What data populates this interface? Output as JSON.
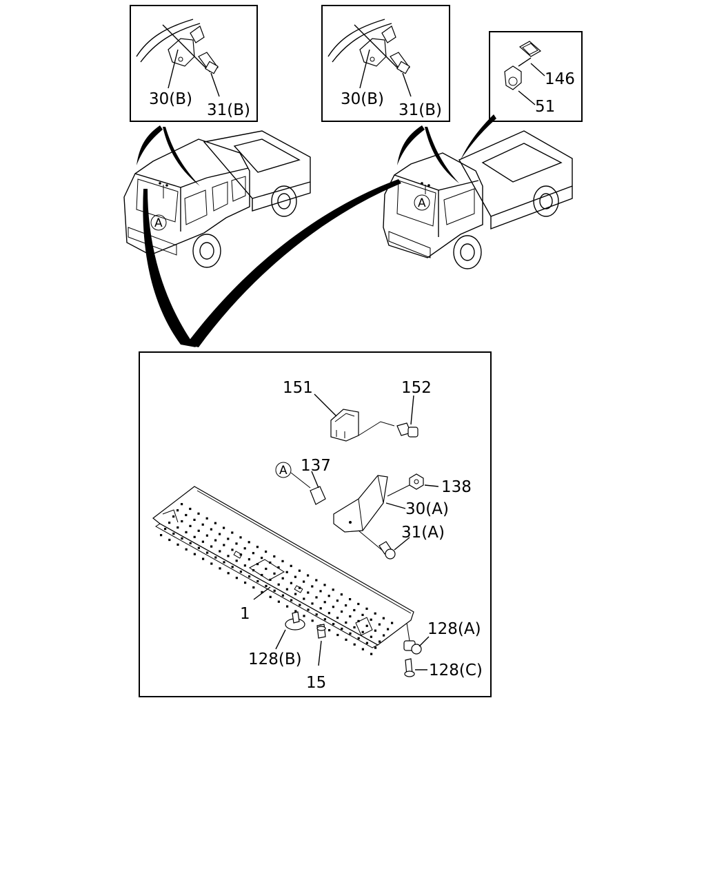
{
  "callouts": {
    "inset1_part1": "30(B)",
    "inset1_part2": "31(B)",
    "inset2_part1": "30(B)",
    "inset2_part2": "31(B)",
    "inset3_part1": "146",
    "inset3_part2": "51",
    "truck1_ref": "A",
    "truck2_ref": "A",
    "main_ref": "A",
    "p151": "151",
    "p152": "152",
    "p137": "137",
    "p138": "138",
    "p30a": "30(A)",
    "p31a": "31(A)",
    "p1": "1",
    "p128a": "128(A)",
    "p128b": "128(B)",
    "p128c": "128(C)",
    "p15": "15"
  },
  "icons": {
    "truck_double_cab": "double-cab-truck-icon",
    "truck_single_cab": "single-cab-truck-icon",
    "panel": "rear-panel-icon"
  }
}
